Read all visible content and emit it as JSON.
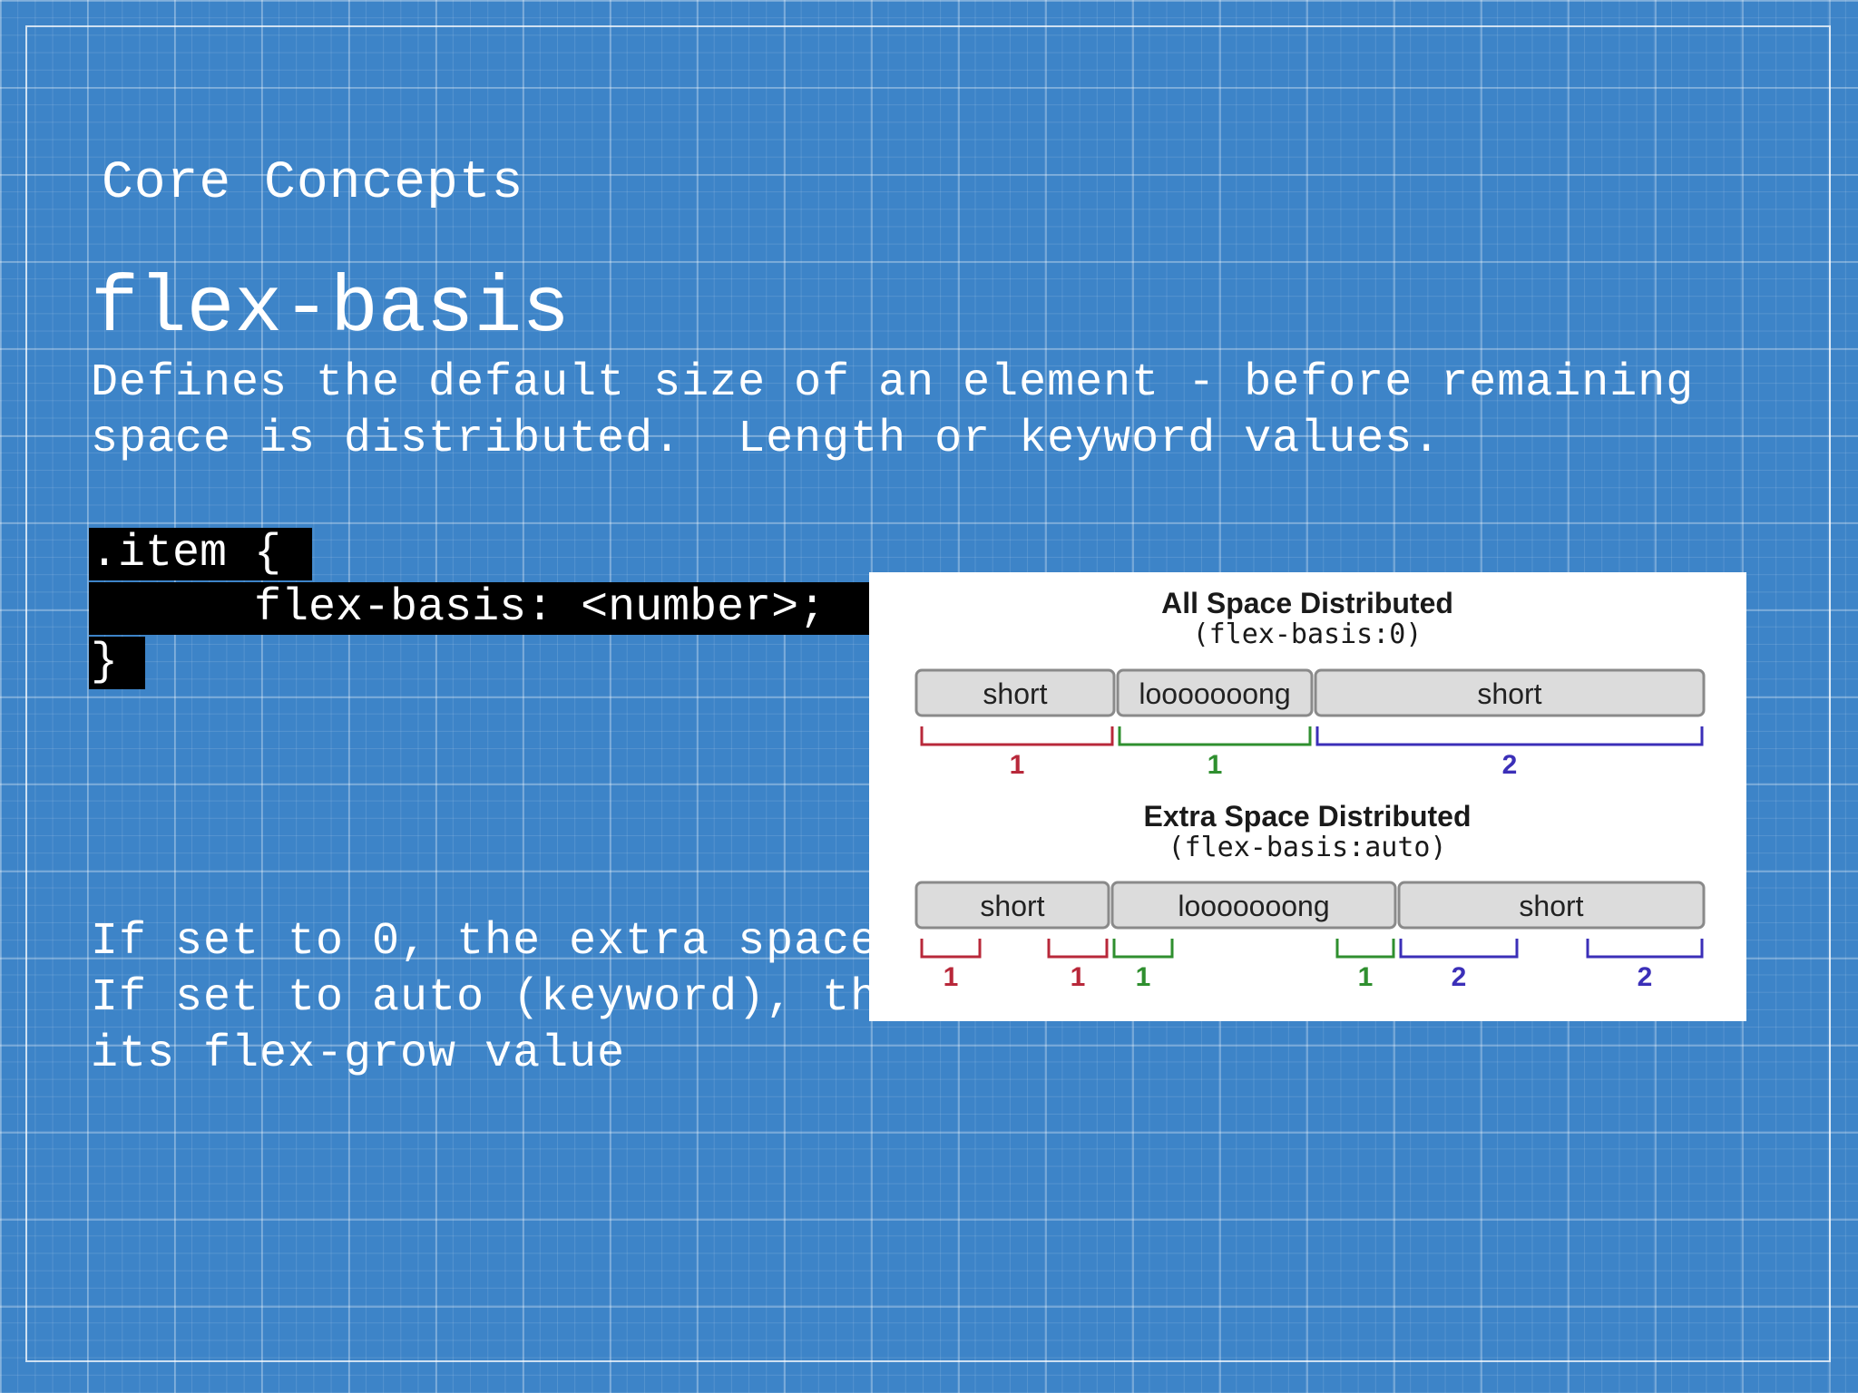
{
  "slide": {
    "section": "Core Concepts",
    "title": "flex-basis",
    "description": [
      "Defines the default size of an element - before remaining",
      "space is distributed.  Length or keyword values."
    ],
    "code": [
      ".item {",
      "      flex-basis: <number>;",
      "}"
    ],
    "notes": [
      "If set to 0, the extra space",
      "If set to auto (keyword), th",
      "its flex-grow value"
    ]
  },
  "figure": {
    "colors": {
      "red": "#b8283a",
      "green": "#2f8f2f",
      "blue": "#3b2fb8",
      "box_fill": "#dcdcdc",
      "box_stroke": "#8a8a8a"
    },
    "diagrams": [
      {
        "title": "All Space Distributed",
        "subtitle": "(flex-basis:0)",
        "boxes": [
          "short",
          "looooooong",
          "short"
        ],
        "grow_labels": [
          "1",
          "1",
          "2"
        ]
      },
      {
        "title": "Extra Space Distributed",
        "subtitle": "(flex-basis:auto)",
        "boxes": [
          "short",
          "looooooong",
          "short"
        ],
        "grow_labels": [
          "1",
          "1",
          "1",
          "1",
          "2",
          "2"
        ]
      }
    ]
  }
}
